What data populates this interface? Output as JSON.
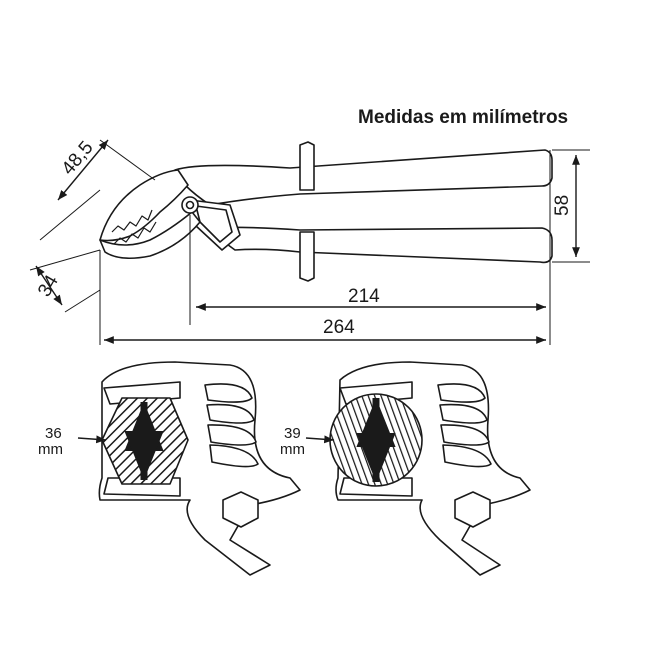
{
  "title": "Medidas em milímetros",
  "dimensions": {
    "jaw_opening": "48,5",
    "jaw_height": "34",
    "handle_width": "58",
    "pivot_to_end": "214",
    "overall_length": "264"
  },
  "capacity": {
    "hex": {
      "value": "36",
      "unit": "mm"
    },
    "round": {
      "value": "39",
      "unit": "mm"
    }
  },
  "colors": {
    "line": "#1a1a1a",
    "background": "#ffffff"
  }
}
